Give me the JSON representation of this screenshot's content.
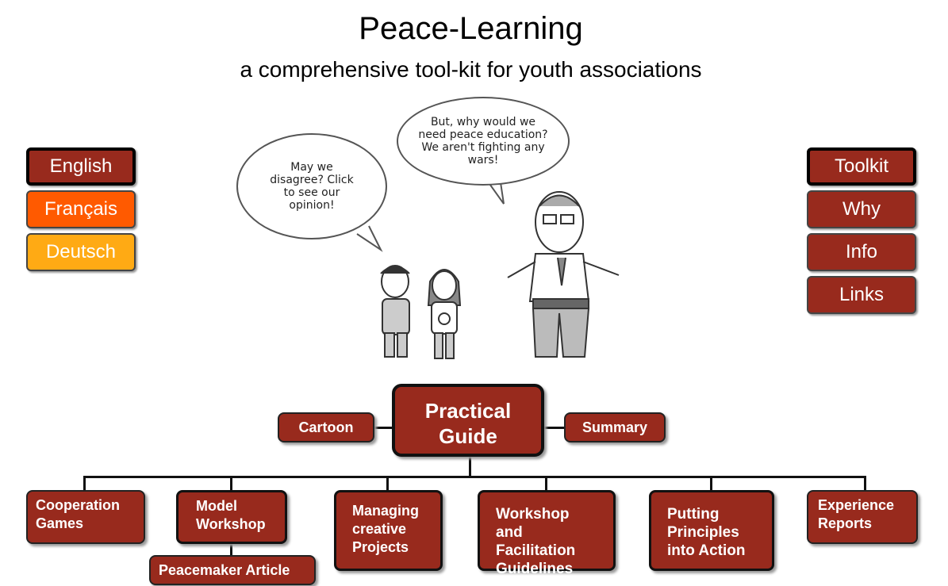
{
  "header": {
    "title": "Peace-Learning",
    "subtitle": "a comprehensive tool-kit for youth associations"
  },
  "languages": [
    {
      "label": "English",
      "color": "#982a1d"
    },
    {
      "label": "Français",
      "color": "#ff5a00"
    },
    {
      "label": "Deutsch",
      "color": "#ffaa14"
    }
  ],
  "nav": [
    {
      "label": "Toolkit"
    },
    {
      "label": "Why"
    },
    {
      "label": "Info"
    },
    {
      "label": "Links"
    }
  ],
  "cartoon": {
    "bubble_left": "May we disagree? Click to see our opinion!",
    "bubble_right": "But, why would we need peace education? We aren't fighting any wars!"
  },
  "chart": {
    "center": "Practical Guide",
    "left": "Cartoon",
    "right": "Summary",
    "children": [
      "Cooperation Games",
      "Model Workshop",
      "Managing creative Projects",
      "Workshop and Facilitation Guidelines",
      "Putting Principles into Action",
      "Experience Reports"
    ],
    "sub": "Peacemaker Article"
  },
  "colors": {
    "brand": "#982a1d"
  }
}
